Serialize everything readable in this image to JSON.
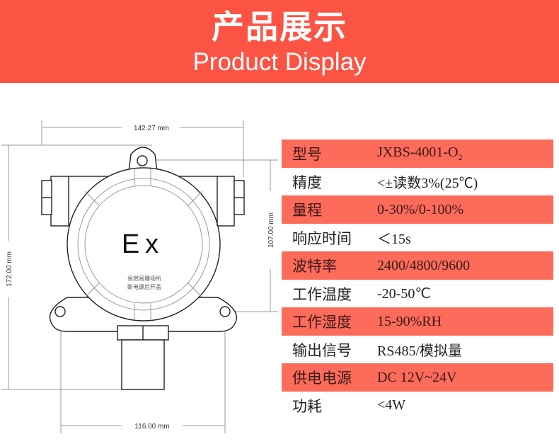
{
  "header": {
    "title_cn": "产品展示",
    "title_en": "Product Display",
    "bg_color": "#fc5444"
  },
  "drawing": {
    "label_ex": "Ex",
    "warning_line1": "易燃易爆场所",
    "warning_line2": "断电源后开盖",
    "dim_top_width": "142.27 mm",
    "dim_bottom_width": "116.00 mm",
    "dim_total_height": "172.00 mm",
    "dim_mount_height": "107.00 mm"
  },
  "specs": {
    "highlight_color": "#fd6b5b",
    "rows": [
      {
        "label": "型号",
        "value": "JXBS-4001-O",
        "sub": "2",
        "highlight": true
      },
      {
        "label": "精度",
        "value": "<±读数3%(25℃)",
        "highlight": false
      },
      {
        "label": "量程",
        "value": "0-30%/0-100%",
        "highlight": true
      },
      {
        "label": "响应时间",
        "value": "＜15s",
        "highlight": false
      },
      {
        "label": "波特率",
        "value": "2400/4800/9600",
        "highlight": true
      },
      {
        "label": "工作温度",
        "value": "-20-50℃",
        "highlight": false
      },
      {
        "label": "工作湿度",
        "value": "15-90%RH",
        "highlight": true
      },
      {
        "label": "输出信号",
        "value": "RS485/模拟量",
        "highlight": false
      },
      {
        "label": "供电电源",
        "value": "DC 12V~24V",
        "highlight": true
      },
      {
        "label": "功耗",
        "value": "<4W",
        "highlight": false
      }
    ]
  }
}
